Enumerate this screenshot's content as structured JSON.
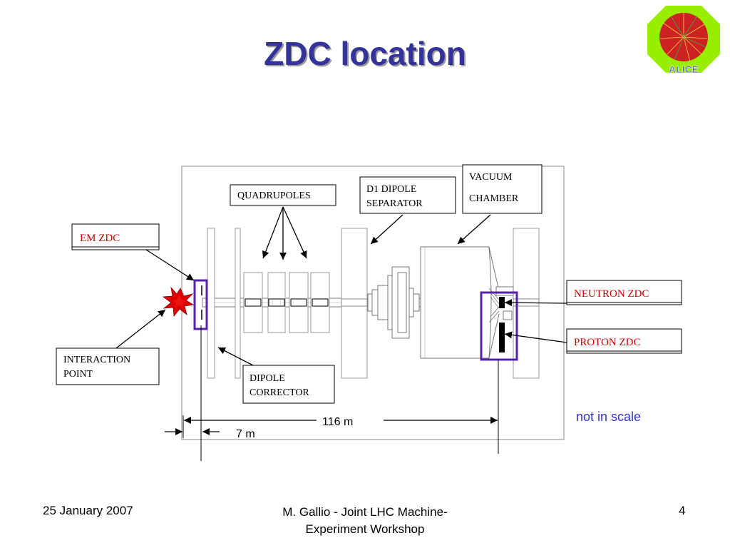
{
  "title": "ZDC location",
  "logo": {
    "icon": "alice-logo-icon",
    "text": "ALICE",
    "colors": {
      "frame": "#99ee00",
      "disk": "#cc2222"
    }
  },
  "labels": {
    "quadrupoles": "QUADRUPOLES",
    "d1_line1": "D1 DIPOLE",
    "d1_line2": "SEPARATOR",
    "vacuum_line1": "VACUUM",
    "vacuum_line2": "CHAMBER",
    "em_zdc": "EM ZDC",
    "neutron_zdc": "NEUTRON ZDC",
    "proton_zdc": "PROTON ZDC",
    "ip_line1": "INTERACTION",
    "ip_line2": "POINT",
    "corrector_line1": "DIPOLE",
    "corrector_line2": "CORRECTOR"
  },
  "dimensions": {
    "far": "116 m",
    "near": "7 m"
  },
  "note": "not in scale",
  "colors": {
    "zdc_outline": "#5522aa",
    "red_label": "#cc0000",
    "note": "#3333cc",
    "title": "#333399"
  },
  "footer": {
    "date": "25 January 2007",
    "center_line1": "M. Gallio - Joint LHC Machine-",
    "center_line2": "Experiment Workshop",
    "page": "4"
  }
}
